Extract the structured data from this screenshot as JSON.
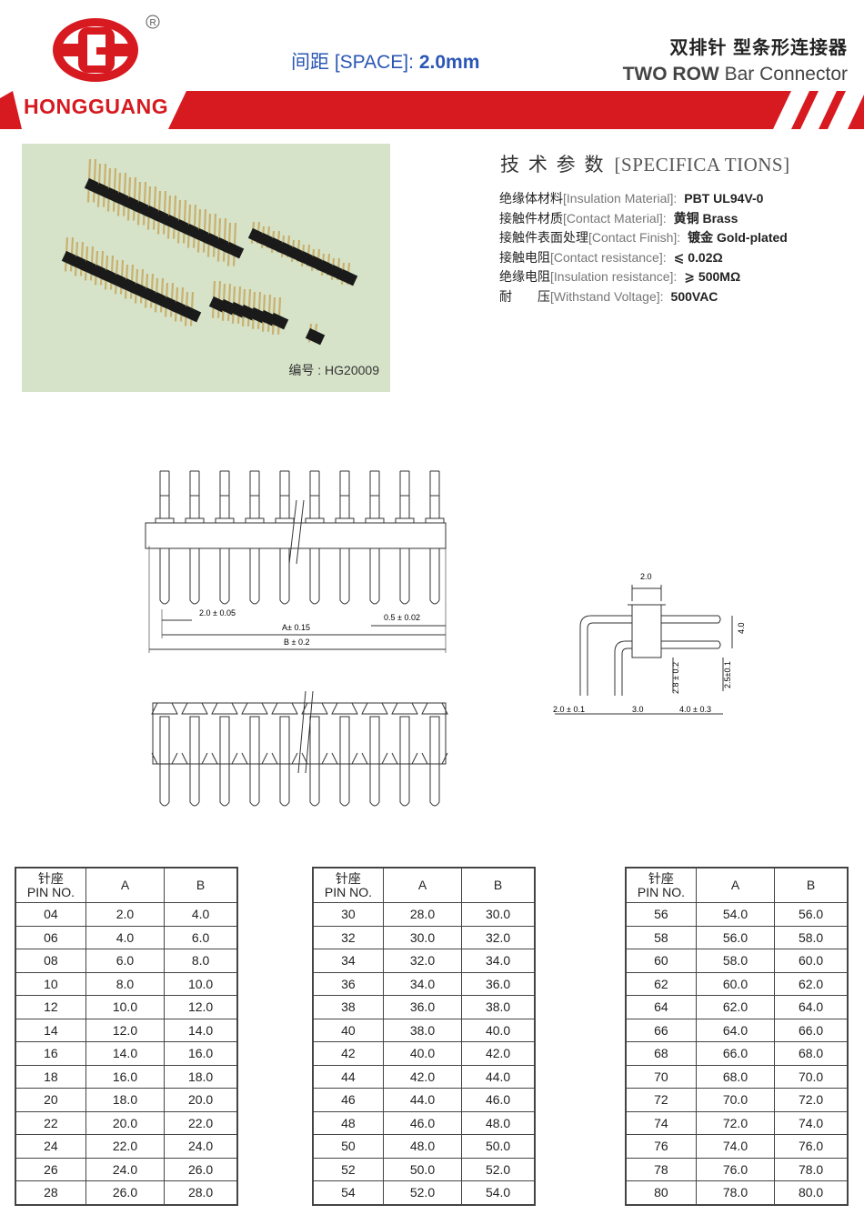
{
  "brand": {
    "name": "HONGGUANG",
    "logo_letter": "G",
    "registered": "®",
    "colors": {
      "red": "#d71920",
      "blue": "#2a56b5"
    }
  },
  "spacing": {
    "label": "间距 [SPACE]:",
    "value": "2.0mm"
  },
  "title": {
    "cn": "双排针 型条形连接器",
    "en_bold": "TWO ROW",
    "en_rest": " Bar Connector"
  },
  "photo": {
    "code": "编号 : HG20009"
  },
  "specs": {
    "title_cn": "技 术 参 数",
    "title_en": "[SPECIFICA TIONS]",
    "rows": [
      {
        "cn": "绝缘体材料",
        "en": "[Insulation Material]:",
        "value": "PBT UL94V-0"
      },
      {
        "cn": "接触件材质",
        "en": "[Contact Material]:",
        "value": "黄铜 Brass"
      },
      {
        "cn": "接触件表面处理",
        "en": "[Contact Finish]:",
        "value": "镀金 Gold-plated"
      },
      {
        "cn": "接触电阻",
        "en": "[Contact resistance]:",
        "value": "⩽ 0.02Ω"
      },
      {
        "cn": "绝缘电阻",
        "en": "[Insulation resistance]:",
        "value": "⩾ 500MΩ"
      },
      {
        "cn": "耐　　压",
        "en": "[Withstand Voltage]:",
        "value": "500VAC"
      }
    ]
  },
  "drawing": {
    "pitch": "2.0 ± 0.05",
    "pin_width": "0.5 ± 0.02",
    "dim_a": "A± 0.15",
    "dim_b": "B ± 0.2",
    "side_top": "2.0",
    "side_h": "4.0",
    "side_v1": "2.8 ± 0.2",
    "side_v2": "2.5±0.1",
    "side_b1": "2.0 ± 0.1",
    "side_b2": "3.0",
    "side_b3": "4.0 ± 0.3"
  },
  "tables": {
    "headers": {
      "pin_cn": "针座",
      "pin_en": "PIN NO.",
      "a": "A",
      "b": "B"
    },
    "t1": [
      [
        "04",
        "2.0",
        "4.0"
      ],
      [
        "06",
        "4.0",
        "6.0"
      ],
      [
        "08",
        "6.0",
        "8.0"
      ],
      [
        "10",
        "8.0",
        "10.0"
      ],
      [
        "12",
        "10.0",
        "12.0"
      ],
      [
        "14",
        "12.0",
        "14.0"
      ],
      [
        "16",
        "14.0",
        "16.0"
      ],
      [
        "18",
        "16.0",
        "18.0"
      ],
      [
        "20",
        "18.0",
        "20.0"
      ],
      [
        "22",
        "20.0",
        "22.0"
      ],
      [
        "24",
        "22.0",
        "24.0"
      ],
      [
        "26",
        "24.0",
        "26.0"
      ],
      [
        "28",
        "26.0",
        "28.0"
      ]
    ],
    "t2": [
      [
        "30",
        "28.0",
        "30.0"
      ],
      [
        "32",
        "30.0",
        "32.0"
      ],
      [
        "34",
        "32.0",
        "34.0"
      ],
      [
        "36",
        "34.0",
        "36.0"
      ],
      [
        "38",
        "36.0",
        "38.0"
      ],
      [
        "40",
        "38.0",
        "40.0"
      ],
      [
        "42",
        "40.0",
        "42.0"
      ],
      [
        "44",
        "42.0",
        "44.0"
      ],
      [
        "46",
        "44.0",
        "46.0"
      ],
      [
        "48",
        "46.0",
        "48.0"
      ],
      [
        "50",
        "48.0",
        "50.0"
      ],
      [
        "52",
        "50.0",
        "52.0"
      ],
      [
        "54",
        "52.0",
        "54.0"
      ]
    ],
    "t3": [
      [
        "56",
        "54.0",
        "56.0"
      ],
      [
        "58",
        "56.0",
        "58.0"
      ],
      [
        "60",
        "58.0",
        "60.0"
      ],
      [
        "62",
        "60.0",
        "62.0"
      ],
      [
        "64",
        "62.0",
        "64.0"
      ],
      [
        "66",
        "64.0",
        "66.0"
      ],
      [
        "68",
        "66.0",
        "68.0"
      ],
      [
        "70",
        "68.0",
        "70.0"
      ],
      [
        "72",
        "70.0",
        "72.0"
      ],
      [
        "74",
        "72.0",
        "74.0"
      ],
      [
        "76",
        "74.0",
        "76.0"
      ],
      [
        "78",
        "76.0",
        "78.0"
      ],
      [
        "80",
        "78.0",
        "80.0"
      ]
    ]
  }
}
